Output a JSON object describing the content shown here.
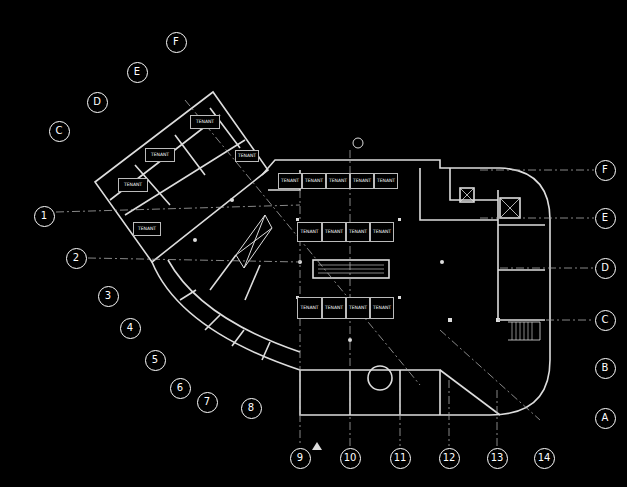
{
  "diagram": {
    "nodes": [
      {
        "text": [
          "F"
        ]
      },
      {
        "text": [
          "E"
        ]
      },
      {
        "text": [
          "D"
        ]
      },
      {
        "text": [
          "C"
        ]
      },
      {
        "text": [
          "1"
        ]
      },
      {
        "text": [
          "2"
        ]
      },
      {
        "text": [
          "3"
        ]
      },
      {
        "text": [
          "4"
        ]
      },
      {
        "text": [
          "5"
        ]
      },
      {
        "text": [
          "6"
        ]
      },
      {
        "text": [
          "7"
        ]
      },
      {
        "text": [
          "8"
        ]
      },
      {
        "text": [
          "9"
        ]
      },
      {
        "text": [
          "10"
        ]
      },
      {
        "text": [
          "11"
        ]
      },
      {
        "text": [
          "12"
        ]
      },
      {
        "text": [
          "13"
        ]
      },
      {
        "text": [
          "14"
        ]
      },
      {
        "text": [
          "F"
        ]
      },
      {
        "text": [
          "E"
        ]
      },
      {
        "text": [
          "D"
        ]
      },
      {
        "text": [
          "C"
        ]
      },
      {
        "text": [
          "B"
        ]
      },
      {
        "text": [
          "A"
        ]
      },
      {
        "text": [
          "TENANT"
        ]
      },
      {
        "text": [
          "TENANT"
        ]
      },
      {
        "text": [
          "TENANT"
        ]
      },
      {
        "text": [
          "TENANT"
        ]
      },
      {
        "text": [
          "TENANT"
        ]
      },
      {
        "text": [
          "TENANT"
        ]
      },
      {
        "text": [
          "TENANT"
        ]
      },
      {
        "text": [
          "TENANT"
        ]
      },
      {
        "text": [
          "TENANT"
        ]
      },
      {
        "text": [
          "TENANT"
        ]
      },
      {
        "text": [
          "TENANT"
        ]
      },
      {
        "text": [
          "TENANT"
        ]
      },
      {
        "text": [
          "TENANT"
        ]
      },
      {
        "text": [
          "TENANT"
        ]
      },
      {
        "text": [
          "TENANT"
        ]
      },
      {
        "text": [
          "TENANT"
        ]
      },
      {
        "text": [
          "TENANT"
        ]
      },
      {
        "text": [
          "TENANT"
        ]
      }
    ]
  }
}
